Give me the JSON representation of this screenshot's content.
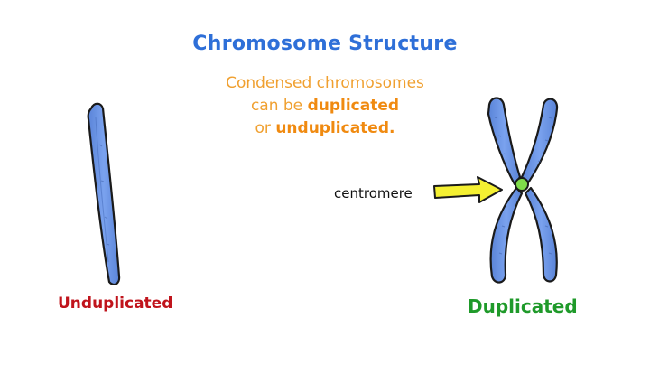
{
  "title": "Chromosome Structure",
  "subtitle": {
    "line1": "Condensed chromosomes",
    "line2_prefix": "can be ",
    "line2_bold": "duplicated",
    "line3_prefix": "or ",
    "line3_bold": "unduplicated."
  },
  "labels": {
    "unduplicated": "Unduplicated",
    "duplicated": "Duplicated",
    "centromere": "centromere"
  },
  "colors": {
    "title": "#2e6fd8",
    "subtitle": "#f0a030",
    "subtitle_bold": "#f08a10",
    "unduplicated_label": "#c0141c",
    "duplicated_label": "#1f9a2a",
    "chromosome_fill": "#6e96e6",
    "centromere_fill": "#7fdc4a",
    "arrow_fill": "#f4f032"
  }
}
